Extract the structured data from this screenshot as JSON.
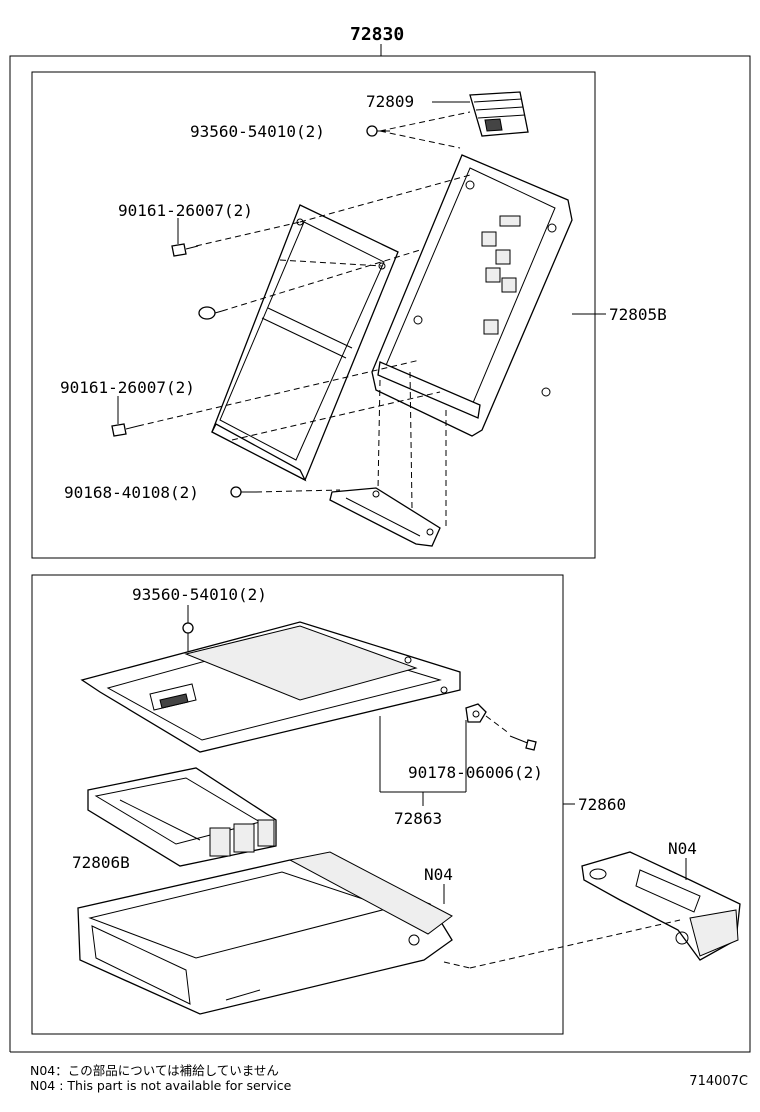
{
  "assembly": {
    "main_part": "72830"
  },
  "upper_group": {
    "parts": {
      "bracket_top": "72809",
      "screw_top": "93560-54010(2)",
      "bolt_upper": "90161-26007(2)",
      "bolt_lower": "90161-26007(2)",
      "screw_bottom": "90168-40108(2)",
      "frame_assy": "72805B"
    }
  },
  "lower_group": {
    "parts": {
      "screw_tray": "93560-54010(2)",
      "nut": "90178-06006(2)",
      "tray": "72863",
      "group": "72860",
      "box": "72806B",
      "n04_a": "N04",
      "n04_b": "N04"
    }
  },
  "notes": {
    "jp": "N04：この部品については補給していません",
    "en": "N04 : This part is not available for service"
  },
  "ref_code": "714007C"
}
